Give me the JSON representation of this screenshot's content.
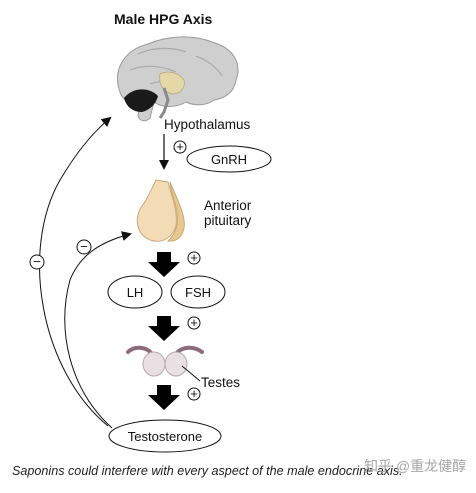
{
  "title": "Male HPG Axis",
  "labels": {
    "hypothalamus": "Hypothalamus",
    "anterior_pituitary": "Anterior pituitary",
    "testes": "Testes"
  },
  "hormones": {
    "gnrh": "GnRH",
    "lh": "LH",
    "fsh": "FSH",
    "testosterone": "Testosterone"
  },
  "signs": {
    "positive": "+",
    "negative": "−"
  },
  "caption": "Saponins could interfere with every aspect of the male endocrine axis.",
  "watermark": "知乎 @重龙健醇",
  "colors": {
    "brain": "#cfcfcf",
    "pituitary": "#f3dcb5",
    "testes": "#8c6b7a"
  }
}
